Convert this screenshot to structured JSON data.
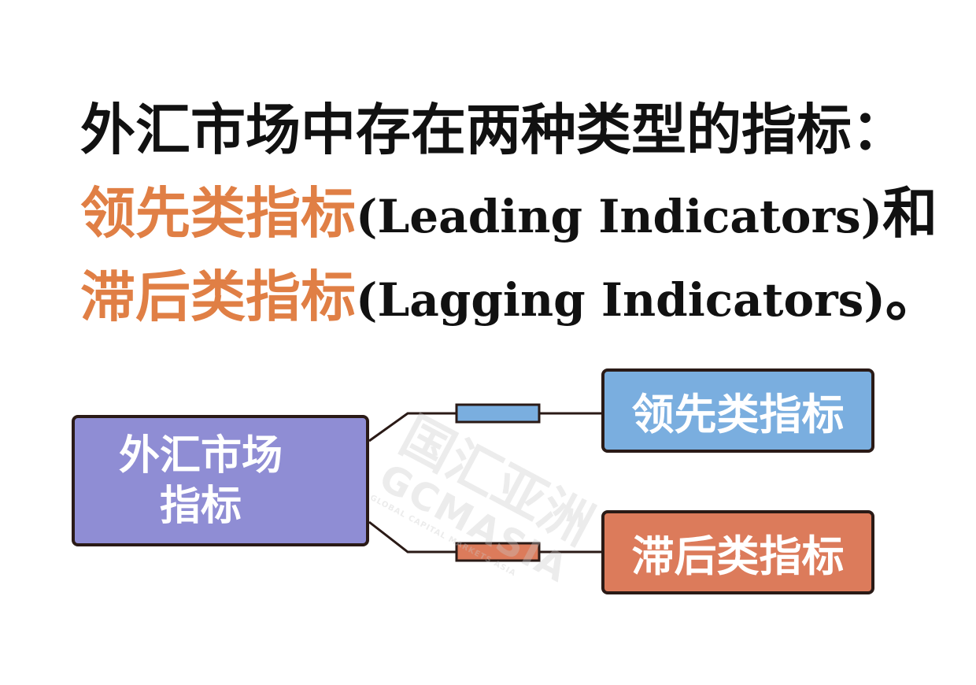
{
  "headline": {
    "line1": "外汇市场中存在两种类型的指标：",
    "line2_cn": "领先类指标",
    "line2_en": "(Leading Indicators)",
    "line2_tail": "和",
    "line3_cn": "滞后类指标",
    "line3_en": "(Lagging Indicators)",
    "line3_tail": "。"
  },
  "diagram": {
    "root": {
      "line1": "外汇市场",
      "line2": "指标"
    },
    "branches": [
      {
        "label": "领先类指标",
        "color": "#7aaedf"
      },
      {
        "label": "滞后类指标",
        "color": "#dc7b5b"
      }
    ],
    "root_color": "#8f8dd4",
    "accent_color": "#e07f45"
  },
  "watermark": {
    "cn": "国汇亚洲",
    "en": "GCMASIA",
    "sub": "GLOBAL CAPITAL MARKETS ASIA"
  }
}
